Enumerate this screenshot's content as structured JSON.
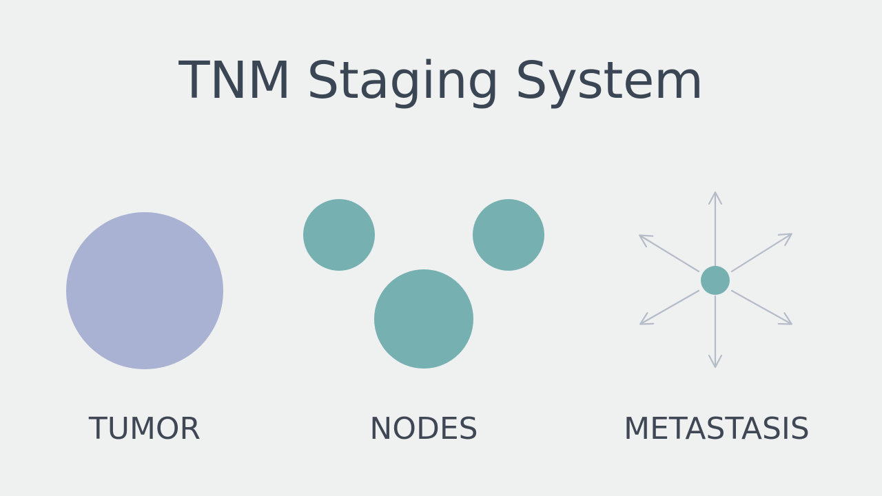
{
  "title": "TNM Staging System",
  "sections": [
    {
      "label": "TUMOR",
      "icon": "tumor-circle"
    },
    {
      "label": "NODES",
      "icon": "lymph-nodes-circles"
    },
    {
      "label": "METASTASIS",
      "icon": "spreading-arrows"
    }
  ],
  "colors": {
    "background": "#eff0f0",
    "text": "#3b4655",
    "tumor": "#a9b2d2",
    "nodes": "#76b0b0",
    "arrows": "#b4bcc8"
  }
}
